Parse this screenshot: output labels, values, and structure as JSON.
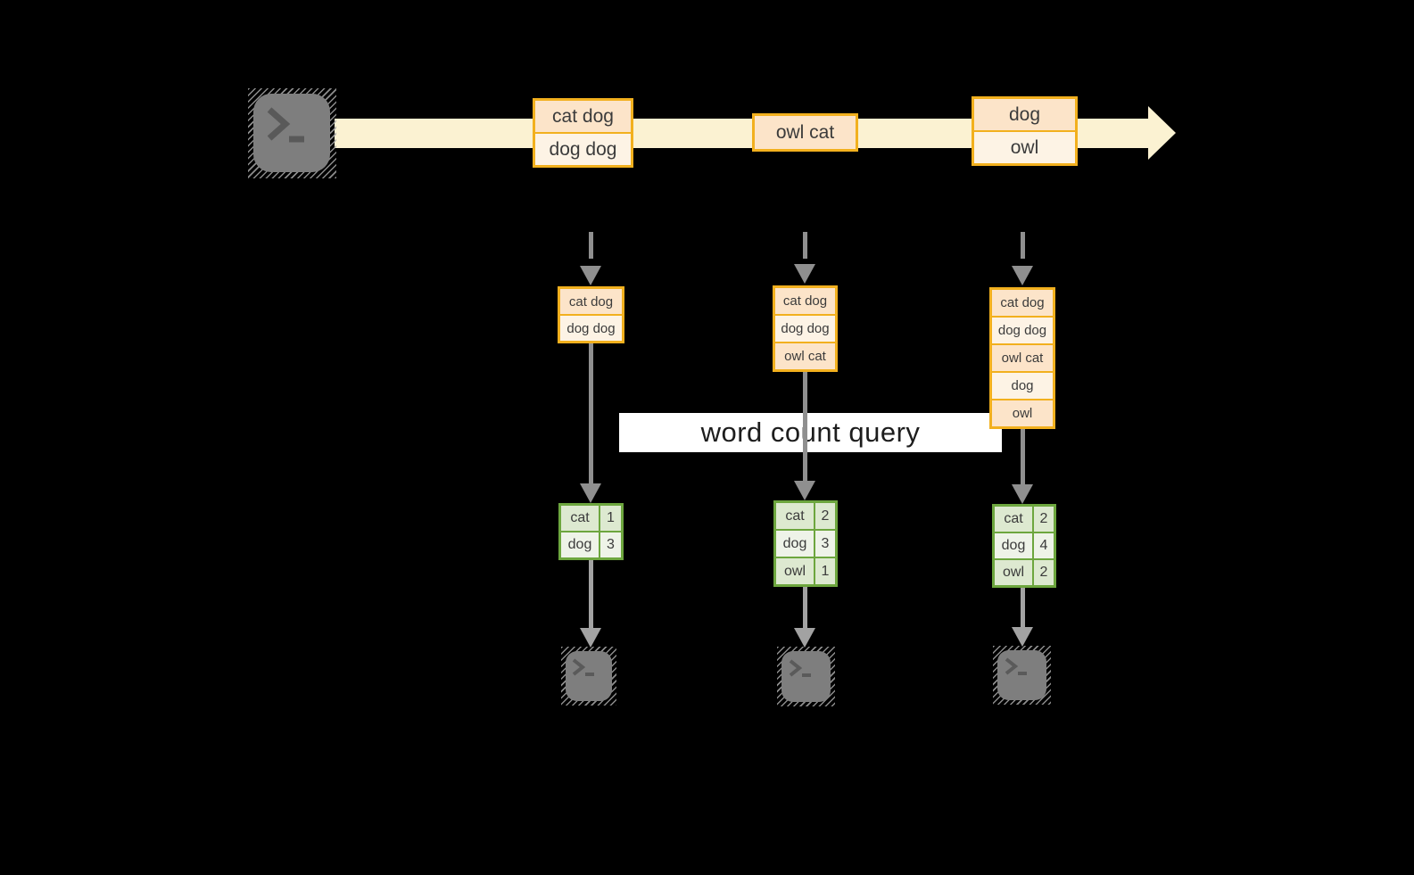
{
  "banner": {
    "label": "word count query"
  },
  "stream_events": [
    {
      "rows": [
        "cat dog",
        "dog dog"
      ]
    },
    {
      "rows": [
        "owl cat"
      ]
    },
    {
      "rows": [
        "dog",
        "owl"
      ]
    }
  ],
  "pipelines": [
    {
      "buffer": [
        "cat dog",
        "dog dog"
      ],
      "counts": [
        {
          "word": "cat",
          "count": "1"
        },
        {
          "word": "dog",
          "count": "3"
        }
      ]
    },
    {
      "buffer": [
        "cat dog",
        "dog dog",
        "owl cat"
      ],
      "counts": [
        {
          "word": "cat",
          "count": "2"
        },
        {
          "word": "dog",
          "count": "3"
        },
        {
          "word": "owl",
          "count": "1"
        }
      ]
    },
    {
      "buffer": [
        "cat dog",
        "dog dog",
        "owl cat",
        "dog",
        "owl"
      ],
      "counts": [
        {
          "word": "cat",
          "count": "2"
        },
        {
          "word": "dog",
          "count": "4"
        },
        {
          "word": "owl",
          "count": "2"
        }
      ]
    }
  ],
  "icons": {
    "source": "terminal-prompt-icon",
    "sinks": [
      "terminal-prompt-icon",
      "terminal-prompt-icon",
      "terminal-prompt-icon"
    ],
    "stream_arrow": "right-arrow",
    "flow_arrows": "down-arrow"
  },
  "colors": {
    "background": "#000000",
    "stream_band": "#fbf2d2",
    "event_border": "#f2b01e",
    "event_cell_dark": "#fce4c9",
    "event_cell_light": "#fdf3e5",
    "table_border": "#6da63e",
    "table_cell_dark": "#dde9d0",
    "table_cell_light": "#eef3e8",
    "arrow_gray": "#8f8f8f",
    "arrow_gray_light": "#a2a2a2",
    "terminal_gray": "#7e7e7e",
    "banner_bg": "#ffffff",
    "text_dark": "#3b3b3b"
  }
}
